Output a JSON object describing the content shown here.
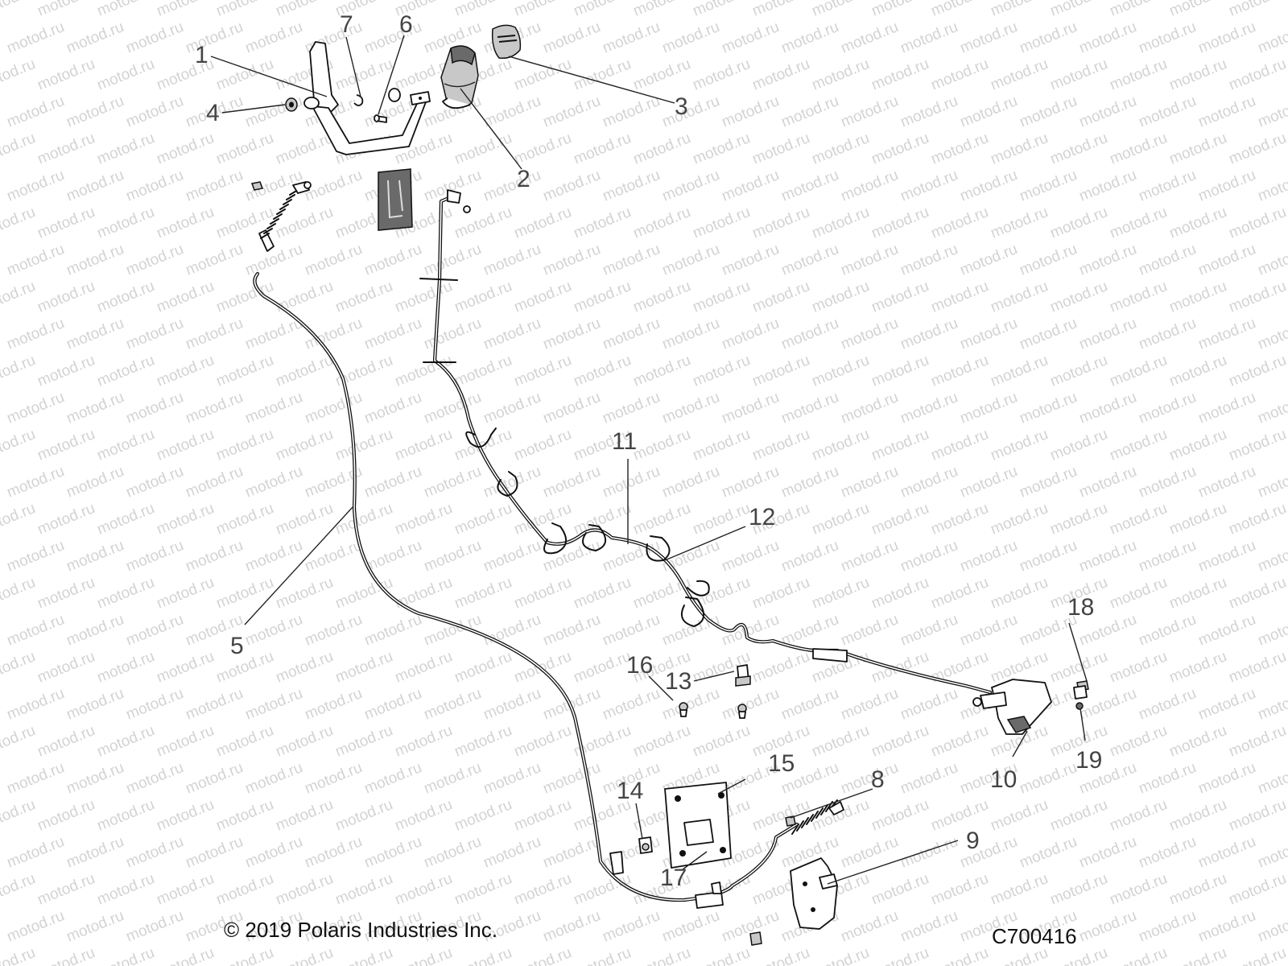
{
  "watermark": {
    "text": "motod.ru"
  },
  "callouts": {
    "c1": "1",
    "c2": "2",
    "c3": "3",
    "c4": "4",
    "c5": "5",
    "c6": "6",
    "c7": "7",
    "c8": "8",
    "c9": "9",
    "c10": "10",
    "c11": "11",
    "c12": "12",
    "c13": "13",
    "c14": "14",
    "c15": "15",
    "c16": "16",
    "c17": "17",
    "c18": "18",
    "c19": "19"
  },
  "footer": {
    "copyright": "© 2019 Polaris Industries Inc.",
    "figure_code": "C700416"
  },
  "colors": {
    "line": "#111111",
    "callout_text": "#444444",
    "watermark": "#d3d3d3",
    "background": "#ffffff"
  }
}
